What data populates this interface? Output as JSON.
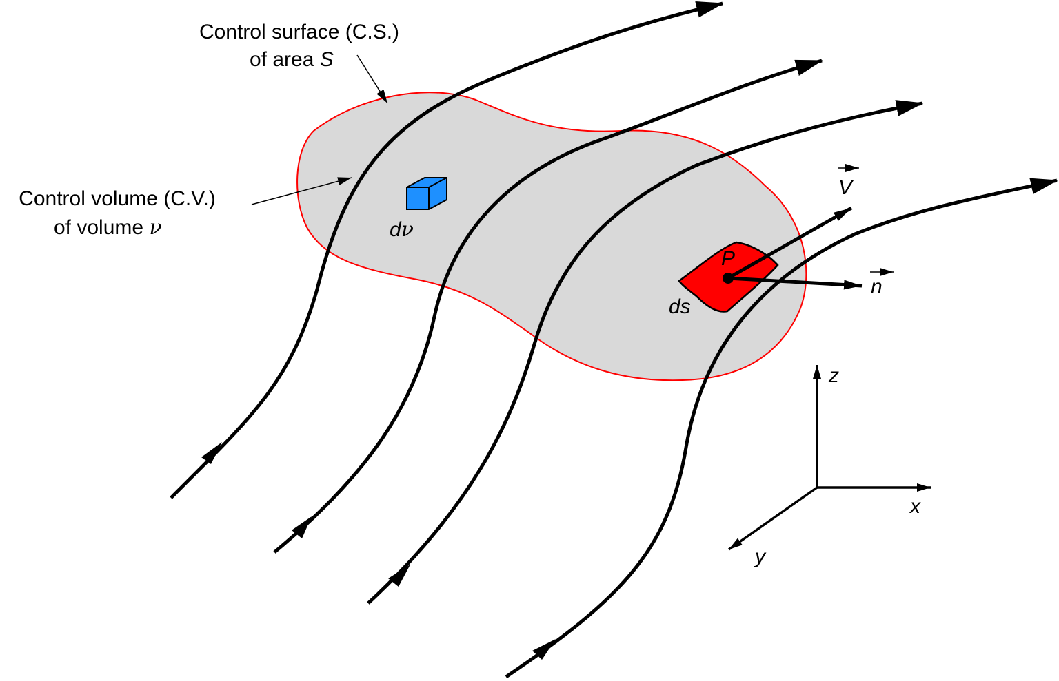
{
  "labels": {
    "cs_line1": "Control surface (C.S.)",
    "cs_line2_prefix": "of area ",
    "cs_line2_symbol": "S",
    "cv_line1": "Control volume (C.V.)",
    "cv_line2_prefix": "of volume ",
    "cv_line2_symbol": "ν",
    "dv_d": "d",
    "dv_nu": "ν",
    "point": "P",
    "ds": "ds",
    "velocity": "V",
    "normal": "n",
    "axis_x": "x",
    "axis_y": "y",
    "axis_z": "z"
  },
  "colors": {
    "control_volume_fill": "#d9d9d9",
    "control_surface_stroke": "#ff0000",
    "volume_element": "#1e90ff",
    "surface_element": "#ff0000",
    "streamline": "#000000"
  }
}
